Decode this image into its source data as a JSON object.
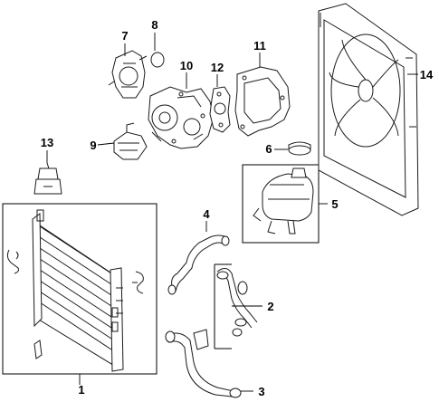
{
  "diagram": {
    "callouts": [
      {
        "id": "c1",
        "text": "1"
      },
      {
        "id": "c2",
        "text": "2"
      },
      {
        "id": "c3",
        "text": "3"
      },
      {
        "id": "c4",
        "text": "4"
      },
      {
        "id": "c5",
        "text": "5"
      },
      {
        "id": "c6",
        "text": "6"
      },
      {
        "id": "c7",
        "text": "7"
      },
      {
        "id": "c8",
        "text": "8"
      },
      {
        "id": "c9",
        "text": "9"
      },
      {
        "id": "c10",
        "text": "10"
      },
      {
        "id": "c11",
        "text": "11"
      },
      {
        "id": "c12",
        "text": "12"
      },
      {
        "id": "c13",
        "text": "13"
      },
      {
        "id": "c14",
        "text": "14"
      }
    ],
    "line_color": "#1a1a1a"
  }
}
